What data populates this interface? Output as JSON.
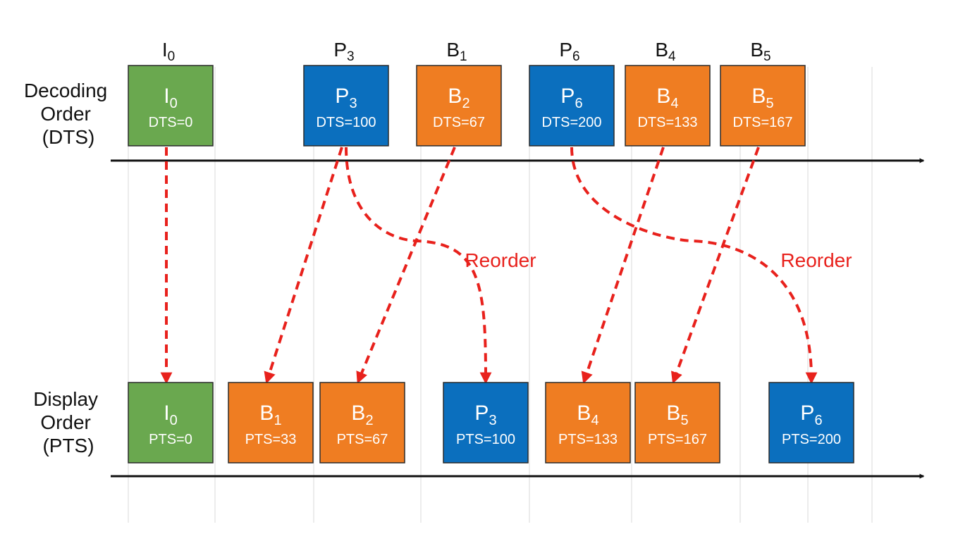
{
  "colors": {
    "I": "#6aa84f",
    "P": "#0b6fbe",
    "B": "#ef7d22",
    "arrow": "#e8211c",
    "axis": "#111111",
    "grid": "#d9d9d9"
  },
  "rows": {
    "decoding": {
      "label": [
        "Decoding",
        "Order",
        "(DTS)"
      ]
    },
    "display": {
      "label": [
        "Display",
        "Order",
        "(PTS)"
      ]
    }
  },
  "decoding_frames": [
    {
      "id": "I0",
      "type": "I",
      "letter": "I",
      "sub": "0",
      "ts": "DTS=0",
      "top_letter": "I",
      "top_sub": "0"
    },
    {
      "id": "P3",
      "type": "P",
      "letter": "P",
      "sub": "3",
      "ts": "DTS=100",
      "top_letter": "P",
      "top_sub": "3"
    },
    {
      "id": "B2",
      "type": "B",
      "letter": "B",
      "sub": "2",
      "ts": "DTS=67",
      "top_letter": "B",
      "top_sub": "1"
    },
    {
      "id": "P6",
      "type": "P",
      "letter": "P",
      "sub": "6",
      "ts": "DTS=200",
      "top_letter": "P",
      "top_sub": "6"
    },
    {
      "id": "B4",
      "type": "B",
      "letter": "B",
      "sub": "4",
      "ts": "DTS=133",
      "top_letter": "B",
      "top_sub": "4"
    },
    {
      "id": "B5",
      "type": "B",
      "letter": "B",
      "sub": "5",
      "ts": "DTS=167",
      "top_letter": "B",
      "top_sub": "5"
    }
  ],
  "display_frames": [
    {
      "id": "I0",
      "type": "I",
      "letter": "I",
      "sub": "0",
      "ts": "PTS=0"
    },
    {
      "id": "B1",
      "type": "B",
      "letter": "B",
      "sub": "1",
      "ts": "PTS=33"
    },
    {
      "id": "B2",
      "type": "B",
      "letter": "B",
      "sub": "2",
      "ts": "PTS=67"
    },
    {
      "id": "P3",
      "type": "P",
      "letter": "P",
      "sub": "3",
      "ts": "PTS=100"
    },
    {
      "id": "B4",
      "type": "B",
      "letter": "B",
      "sub": "4",
      "ts": "PTS=133"
    },
    {
      "id": "B5",
      "type": "B",
      "letter": "B",
      "sub": "5",
      "ts": "PTS=167"
    },
    {
      "id": "P6",
      "type": "P",
      "letter": "P",
      "sub": "6",
      "ts": "PTS=200"
    }
  ],
  "reorder_labels": [
    "Reorder",
    "Reorder"
  ],
  "connections": [
    {
      "from": "I0",
      "to": "I0",
      "style": "straight"
    },
    {
      "from": "P3",
      "to": "B1",
      "style": "straight"
    },
    {
      "from": "B2",
      "to": "B2",
      "style": "straight"
    },
    {
      "from": "P3",
      "to": "P3",
      "style": "curve",
      "label_index": 0
    },
    {
      "from": "B4",
      "to": "B4",
      "style": "straight"
    },
    {
      "from": "B5",
      "to": "B5",
      "style": "straight"
    },
    {
      "from": "P6",
      "to": "P6",
      "style": "curve",
      "label_index": 1
    }
  ]
}
